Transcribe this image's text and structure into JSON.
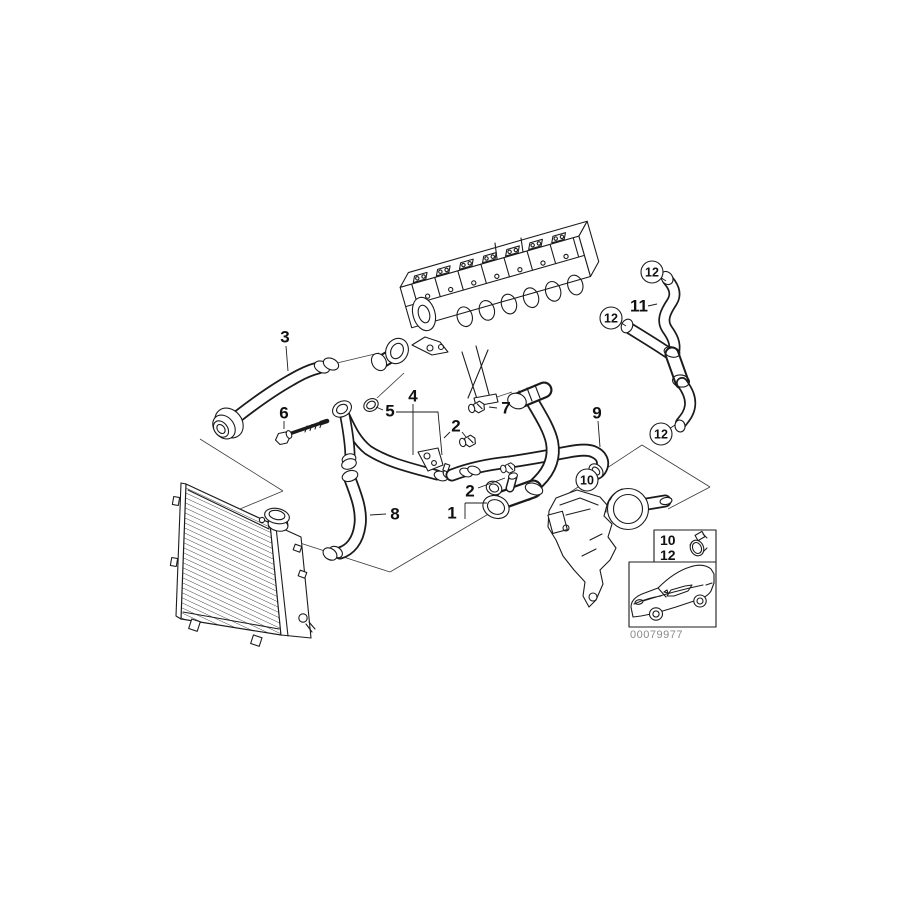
{
  "diagram": {
    "title": "Cooling system water hoses parts diagram",
    "colors": {
      "background": "#ffffff",
      "line": "#1b1b1b",
      "footer_text": "#8a8a8a"
    },
    "callouts_plain": [
      {
        "id": "3",
        "text": "3"
      },
      {
        "id": "6",
        "text": "6"
      },
      {
        "id": "5",
        "text": "5"
      },
      {
        "id": "4",
        "text": "4"
      },
      {
        "id": "7",
        "text": "7"
      },
      {
        "id": "2a",
        "text": "2"
      },
      {
        "id": "2b",
        "text": "2"
      },
      {
        "id": "1",
        "text": "1"
      },
      {
        "id": "8",
        "text": "8"
      },
      {
        "id": "9",
        "text": "9"
      },
      {
        "id": "11",
        "text": "11"
      }
    ],
    "callouts_circled": [
      {
        "id": "12-top",
        "text": "12"
      },
      {
        "id": "12-left",
        "text": "12"
      },
      {
        "id": "12-bottom",
        "text": "12"
      },
      {
        "id": "10",
        "text": "10"
      }
    ],
    "legend": {
      "row1": "10",
      "row2": "12",
      "icon": "hose-clamp-icon"
    },
    "footer_number": "00079977"
  }
}
